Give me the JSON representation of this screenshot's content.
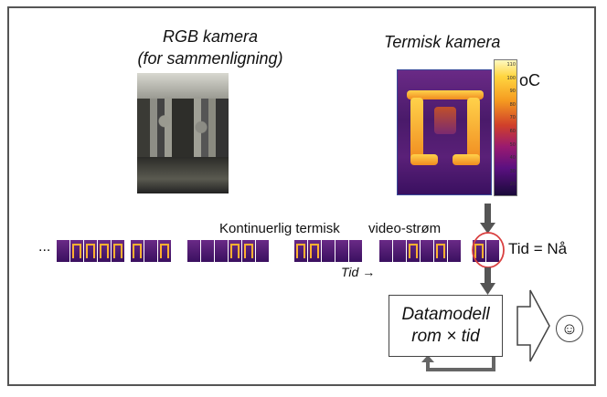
{
  "rgb_camera": {
    "title_line1": "RGB kamera",
    "title_line2": "(for sammenligning)"
  },
  "thermal_camera": {
    "title": "Termisk kamera",
    "unit": "oC",
    "scale_ticks": [
      "110",
      "100",
      "90",
      "80",
      "70",
      "60",
      "50",
      "40",
      "30",
      "20"
    ]
  },
  "stream": {
    "ellipsis": "...",
    "label_part1": "Kontinuerlig termisk",
    "label_part2": "video-strøm",
    "time_axis": "Tid →",
    "now_label": "Tid = Nå"
  },
  "model": {
    "line1": "Datamodell",
    "line2": "rom × tid"
  },
  "output": {
    "smiley": "☺"
  },
  "colors": {
    "hot": "#f5a623",
    "cold": "#4a1a6a",
    "highlight_circle": "#d94040",
    "arrow": "#555555"
  }
}
